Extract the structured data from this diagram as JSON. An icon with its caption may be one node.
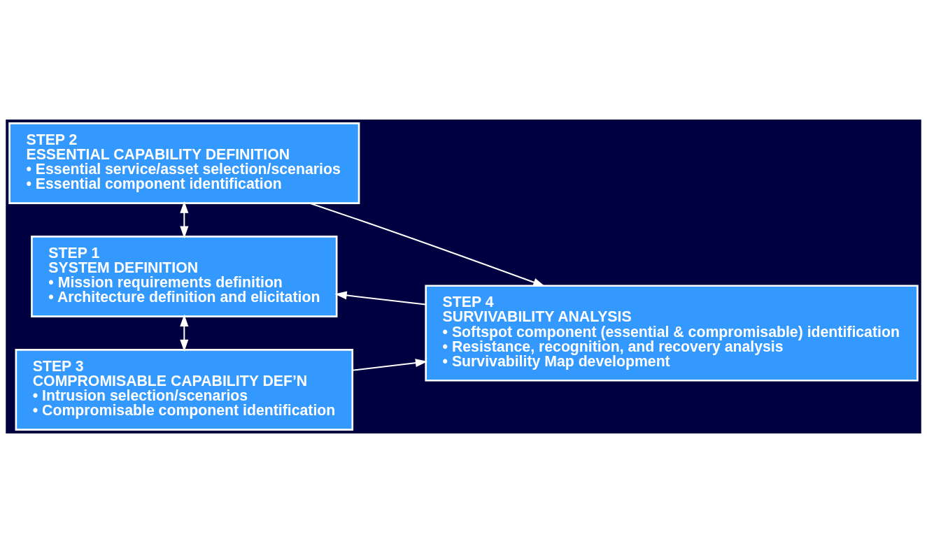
{
  "diagram": {
    "nodes": [
      {
        "text": [
          "STEP 2",
          "ESSENTIAL CAPABILITY DEFINITION",
          "• Essential service/asset selection/scenarios",
          "• Essential component identification"
        ]
      },
      {
        "text": [
          "STEP 1",
          "SYSTEM DEFINITION",
          "• Mission requirements definition",
          "• Architecture definition and elicitation"
        ]
      },
      {
        "text": [
          "STEP 3",
          "COMPROMISABLE CAPABILITY DEF’N",
          "• Intrusion selection/scenarios",
          "• Compromisable component identification"
        ]
      },
      {
        "text": [
          "STEP 4",
          "SURVIVABILITY ANALYSIS",
          "• Softspot component (essential & compromisable) identification",
          "• Resistance, recognition, and recovery analysis",
          "• Survivability Map development"
        ]
      }
    ],
    "edges": [
      {
        "from": 0,
        "to": 3,
        "arrow": "to"
      },
      {
        "from": 0,
        "to": 1,
        "arrow": "both"
      },
      {
        "from": 1,
        "to": 2,
        "arrow": "both"
      },
      {
        "from": 2,
        "to": 3,
        "arrow": "to"
      },
      {
        "from": 3,
        "to": 1,
        "arrow": "to"
      }
    ]
  }
}
